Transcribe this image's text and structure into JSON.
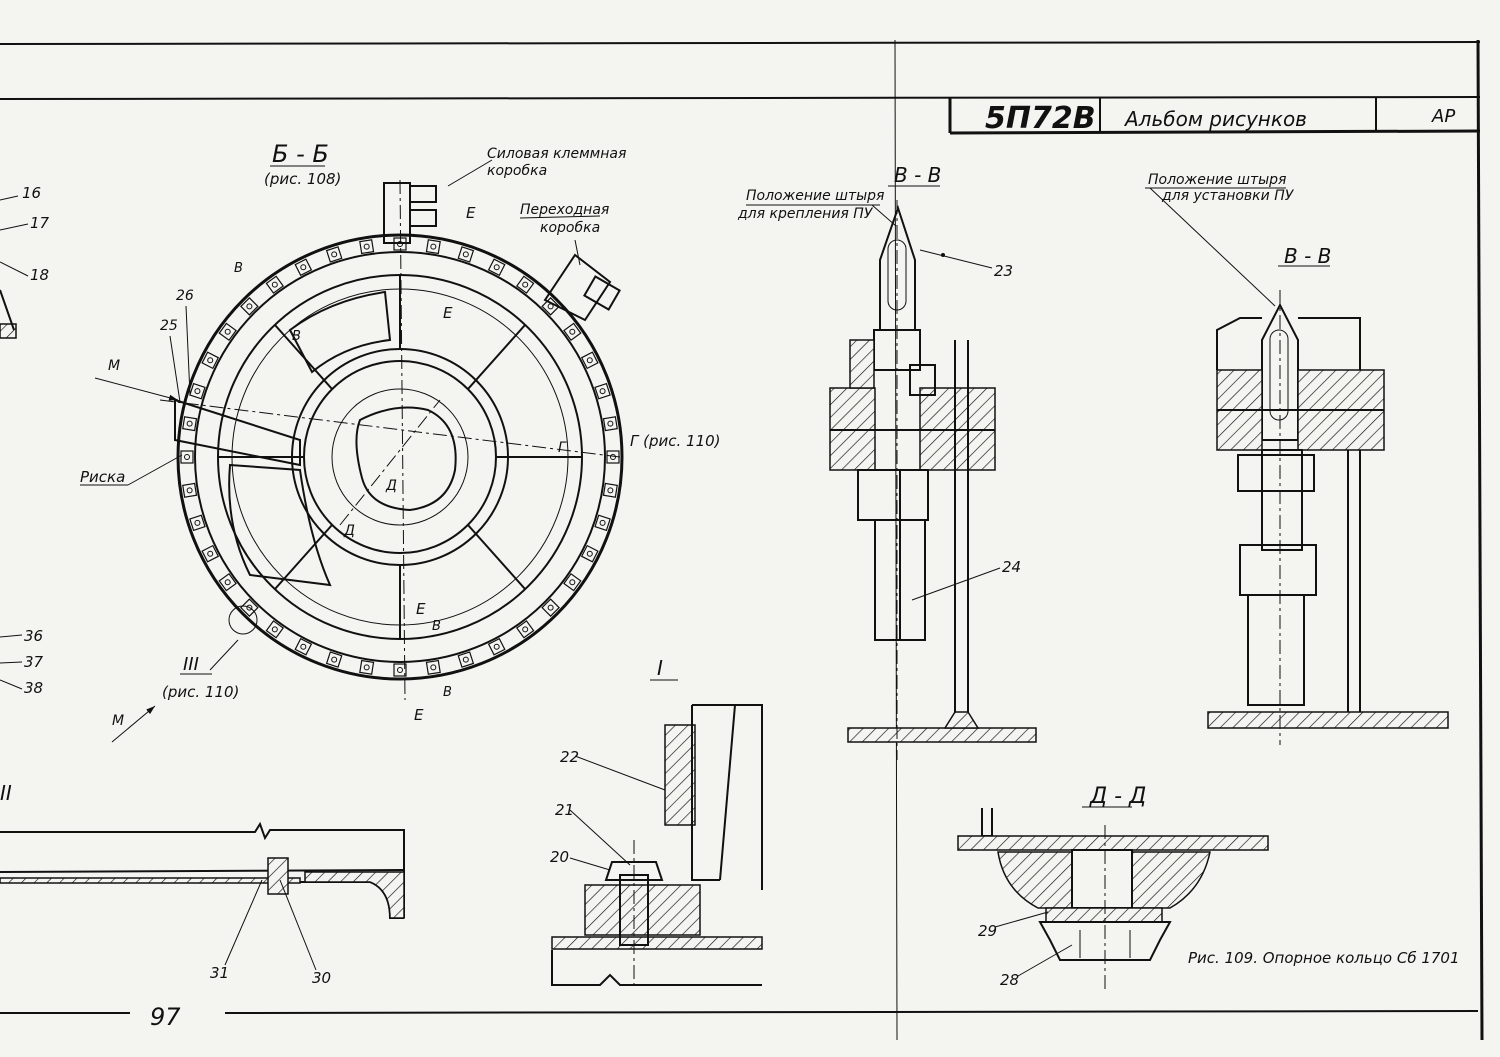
{
  "title_block": {
    "code": "5П72В",
    "album": "Альбом рисунков",
    "mark": "АР"
  },
  "sections": {
    "bb_title": "Б - Б",
    "bb_ref": "(рис. 108)",
    "vv_left_title": "В - В",
    "vv_right_title": "В - В",
    "detail_1_title": "I",
    "dd_title": "Д - Д",
    "detail_2_title": "II"
  },
  "notes": {
    "power_box_1": "Силовая клеммная",
    "power_box_2": "коробка",
    "transition_box_1": "Переходная",
    "transition_box_2": "коробка",
    "pin_fix_1": "Положение штыря",
    "pin_fix_2": "для крепления ПУ",
    "pin_install_1": "Положение штыря",
    "pin_install_2": "для установки ПУ",
    "riska": "Риска",
    "g_ref": "Г (рис. 110)",
    "iii_ref": "(рис. 110)",
    "iii_label": "III",
    "caption": "Рис. 109. Опорное кольцо Сб 1701",
    "page_number": "97"
  },
  "letters": {
    "m": "М",
    "e": "Е",
    "v": "В",
    "g": "Г",
    "d": "Д"
  },
  "callouts": {
    "c16": "16",
    "c17": "17",
    "c18": "18",
    "c25": "25",
    "c26": "26",
    "c36": "36",
    "c37": "37",
    "c38": "38",
    "c30": "30",
    "c31": "31",
    "c20": "20",
    "c21": "21",
    "c22": "22",
    "c23": "23",
    "c24": "24",
    "c28": "28",
    "c29": "29"
  }
}
